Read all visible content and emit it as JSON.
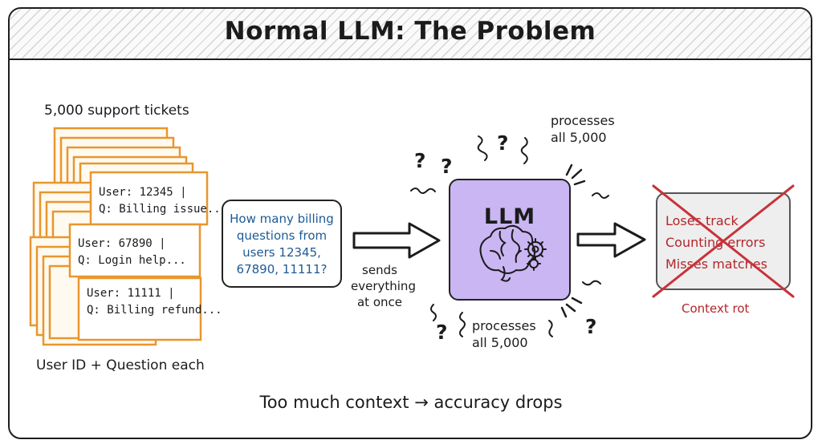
{
  "title": "Normal LLM: The Problem",
  "tickets": {
    "header": "5,000 support tickets",
    "footer": "User ID + Question each",
    "cards": [
      {
        "line1": "User: 12345 |",
        "line2": "Q: Billing issue..."
      },
      {
        "line1": "User: 67890 |",
        "line2": "Q: Login help..."
      },
      {
        "line1": "User: 11111 |",
        "line2": "Q: Billing refund..."
      }
    ]
  },
  "query": {
    "lines": [
      "How many billing",
      "questions from",
      "users 12345,",
      "67890, 11111?"
    ]
  },
  "sends": {
    "lines": [
      "sends",
      "everything",
      "at once"
    ]
  },
  "llm": {
    "label": "LLM",
    "processes_top": [
      "processes",
      "all 5,000"
    ],
    "processes_bottom": [
      "processes",
      "all 5,000"
    ],
    "question_mark": "?"
  },
  "result": {
    "lines": [
      "Loses track",
      "Counting errors",
      "Misses matches"
    ],
    "caption": "Context rot"
  },
  "footer": "Too much context → accuracy drops",
  "colors": {
    "ticket_border": "#e8962e",
    "query_text": "#1d5a96",
    "llm_fill": "#c9b6f3",
    "error_red": "#b3262b",
    "cross": "#c8323a"
  }
}
